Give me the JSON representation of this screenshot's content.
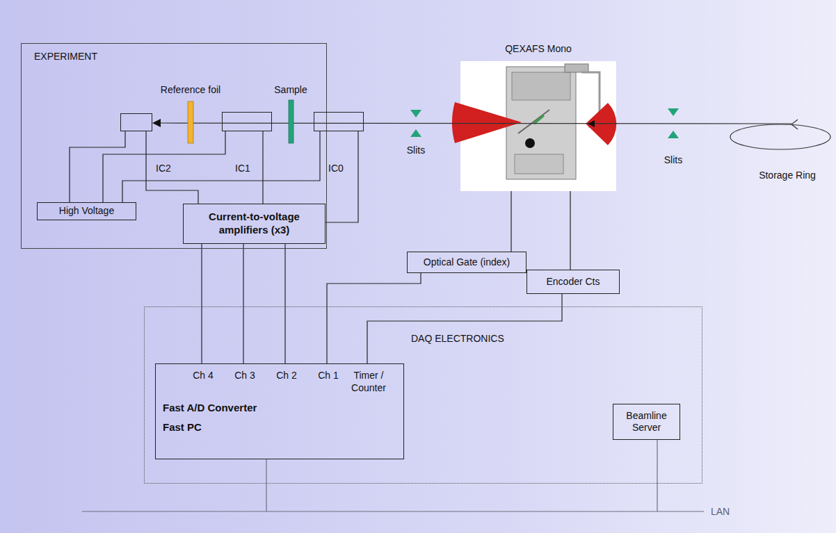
{
  "diagram": {
    "nodes": [
      {
        "text": [
          "EXPERIMENT"
        ]
      },
      {
        "text": [
          "IC2"
        ],
        "in": 0
      },
      {
        "text": [
          "IC1"
        ],
        "in": 0
      },
      {
        "text": [
          "IC0"
        ],
        "in": 0
      },
      {
        "text": [
          "High Voltage"
        ],
        "in": 0
      },
      {
        "text": [
          "Current-to-voltage amplifiers (x3)"
        ],
        "in": 0
      },
      {
        "text": [
          "QEXAFS Mono"
        ]
      },
      {
        "text": [
          "Optical Gate (index)"
        ]
      },
      {
        "text": [
          "Encoder Cts"
        ]
      },
      {
        "text": [
          "DAQ ELECTRONICS"
        ]
      },
      {
        "text": [
          "Ch 4",
          "Ch 3",
          "Ch 2",
          "Ch 1",
          "Timer / Counter",
          "Fast A/D Converter",
          "Fast PC"
        ],
        "in": 9
      },
      {
        "text": [
          "Beamline Server"
        ],
        "in": 9
      }
    ],
    "edges": [
      {
        "from": 1,
        "to": 4,
        "arrow": "none"
      },
      {
        "from": 2,
        "to": 4,
        "arrow": "none"
      },
      {
        "from": 3,
        "to": 4,
        "arrow": "none"
      },
      {
        "from": 1,
        "to": 5,
        "arrow": "none"
      },
      {
        "from": 2,
        "to": 5,
        "arrow": "none"
      },
      {
        "from": 3,
        "to": 5,
        "arrow": "none"
      },
      {
        "from": 5,
        "to": 10,
        "arrow": "none"
      },
      {
        "from": 5,
        "to": 10,
        "arrow": "none"
      },
      {
        "from": 5,
        "to": 10,
        "arrow": "none"
      },
      {
        "from": 6,
        "to": 7,
        "arrow": "none"
      },
      {
        "from": 6,
        "to": 8,
        "arrow": "none"
      },
      {
        "from": 7,
        "to": 10,
        "arrow": "none"
      },
      {
        "from": 8,
        "to": 10,
        "arrow": "none"
      }
    ],
    "labels": [
      "Reference foil",
      "Sample",
      "Slits",
      "Slits",
      "Storage Ring",
      "LAN"
    ]
  }
}
